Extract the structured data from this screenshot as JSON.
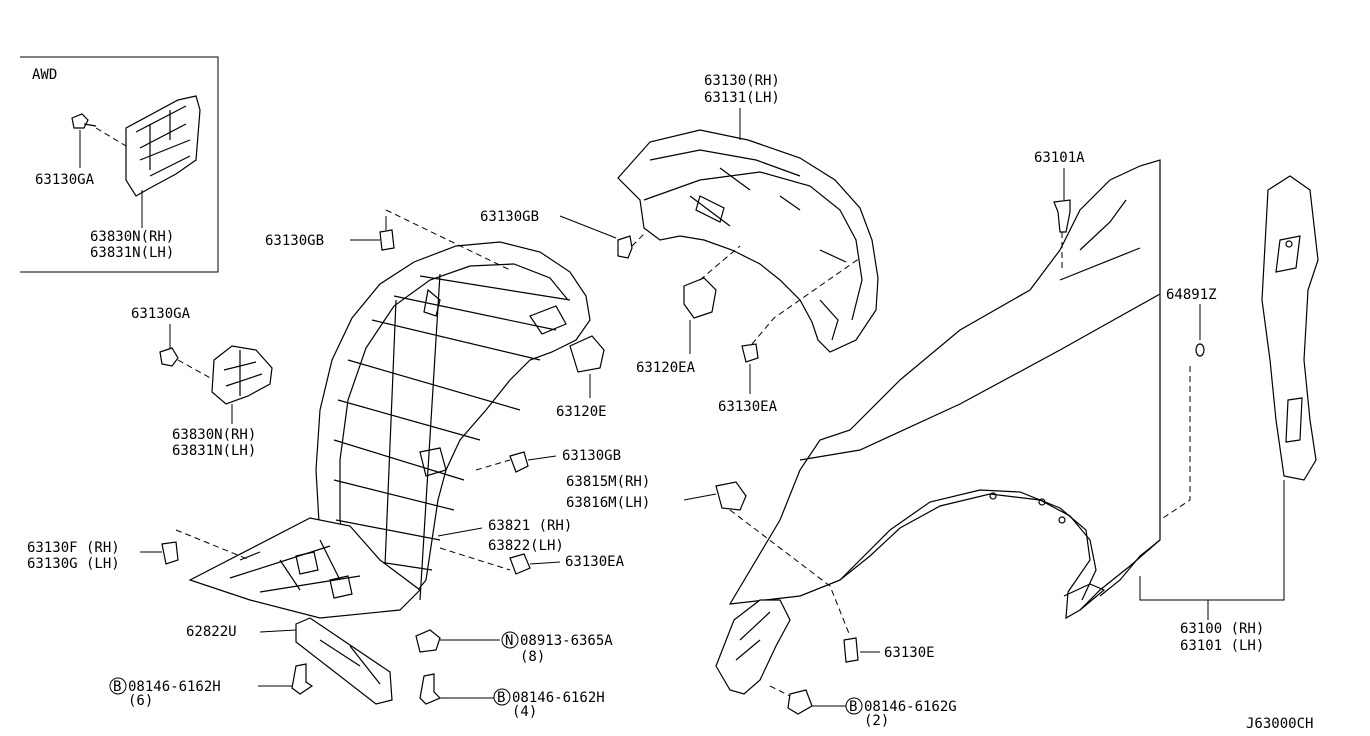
{
  "diagram_code": "J63000CH",
  "inset": {
    "title": "AWD",
    "parts": [
      "63130GA",
      "63830N(RH)",
      "63831N(LH)"
    ]
  },
  "labels": {
    "p63130_rh": "63130(RH)",
    "p63131_lh": "63131(LH)",
    "p63101A": "63101A",
    "p63130GB_a": "63130GB",
    "p63130GB_b": "63130GB",
    "p63130GB_c": "63130GB",
    "p63130GA": "63130GA",
    "p63830N_rh": "63830N(RH)",
    "p63831N_lh": "63831N(LH)",
    "p64891Z": "64891Z",
    "p63120EA": "63120EA",
    "p63130EA_a": "63130EA",
    "p63120E": "63120E",
    "p63815M": "63815M(RH)",
    "p63816M": "63816M(LH)",
    "p63821": "63821 (RH)",
    "p63822": "63822(LH)",
    "p63130F": "63130F (RH)",
    "p63130G": "63130G (LH)",
    "p63130EA_b": "63130EA",
    "p62822U": "62822U",
    "p08913_letter": "N",
    "p08913": "08913-6365A",
    "p08913_qty": "(8)",
    "p63130E": "63130E",
    "p08146H_a_letter": "B",
    "p08146H_a": "08146-6162H",
    "p08146H_a_qty": "(6)",
    "p08146H_b_letter": "B",
    "p08146H_b": "08146-6162H",
    "p08146H_b_qty": "(4)",
    "p08146G_letter": "B",
    "p08146G": "08146-6162G",
    "p08146G_qty": "(2)",
    "p63100": "63100 (RH)",
    "p63101": "63101 (LH)"
  }
}
